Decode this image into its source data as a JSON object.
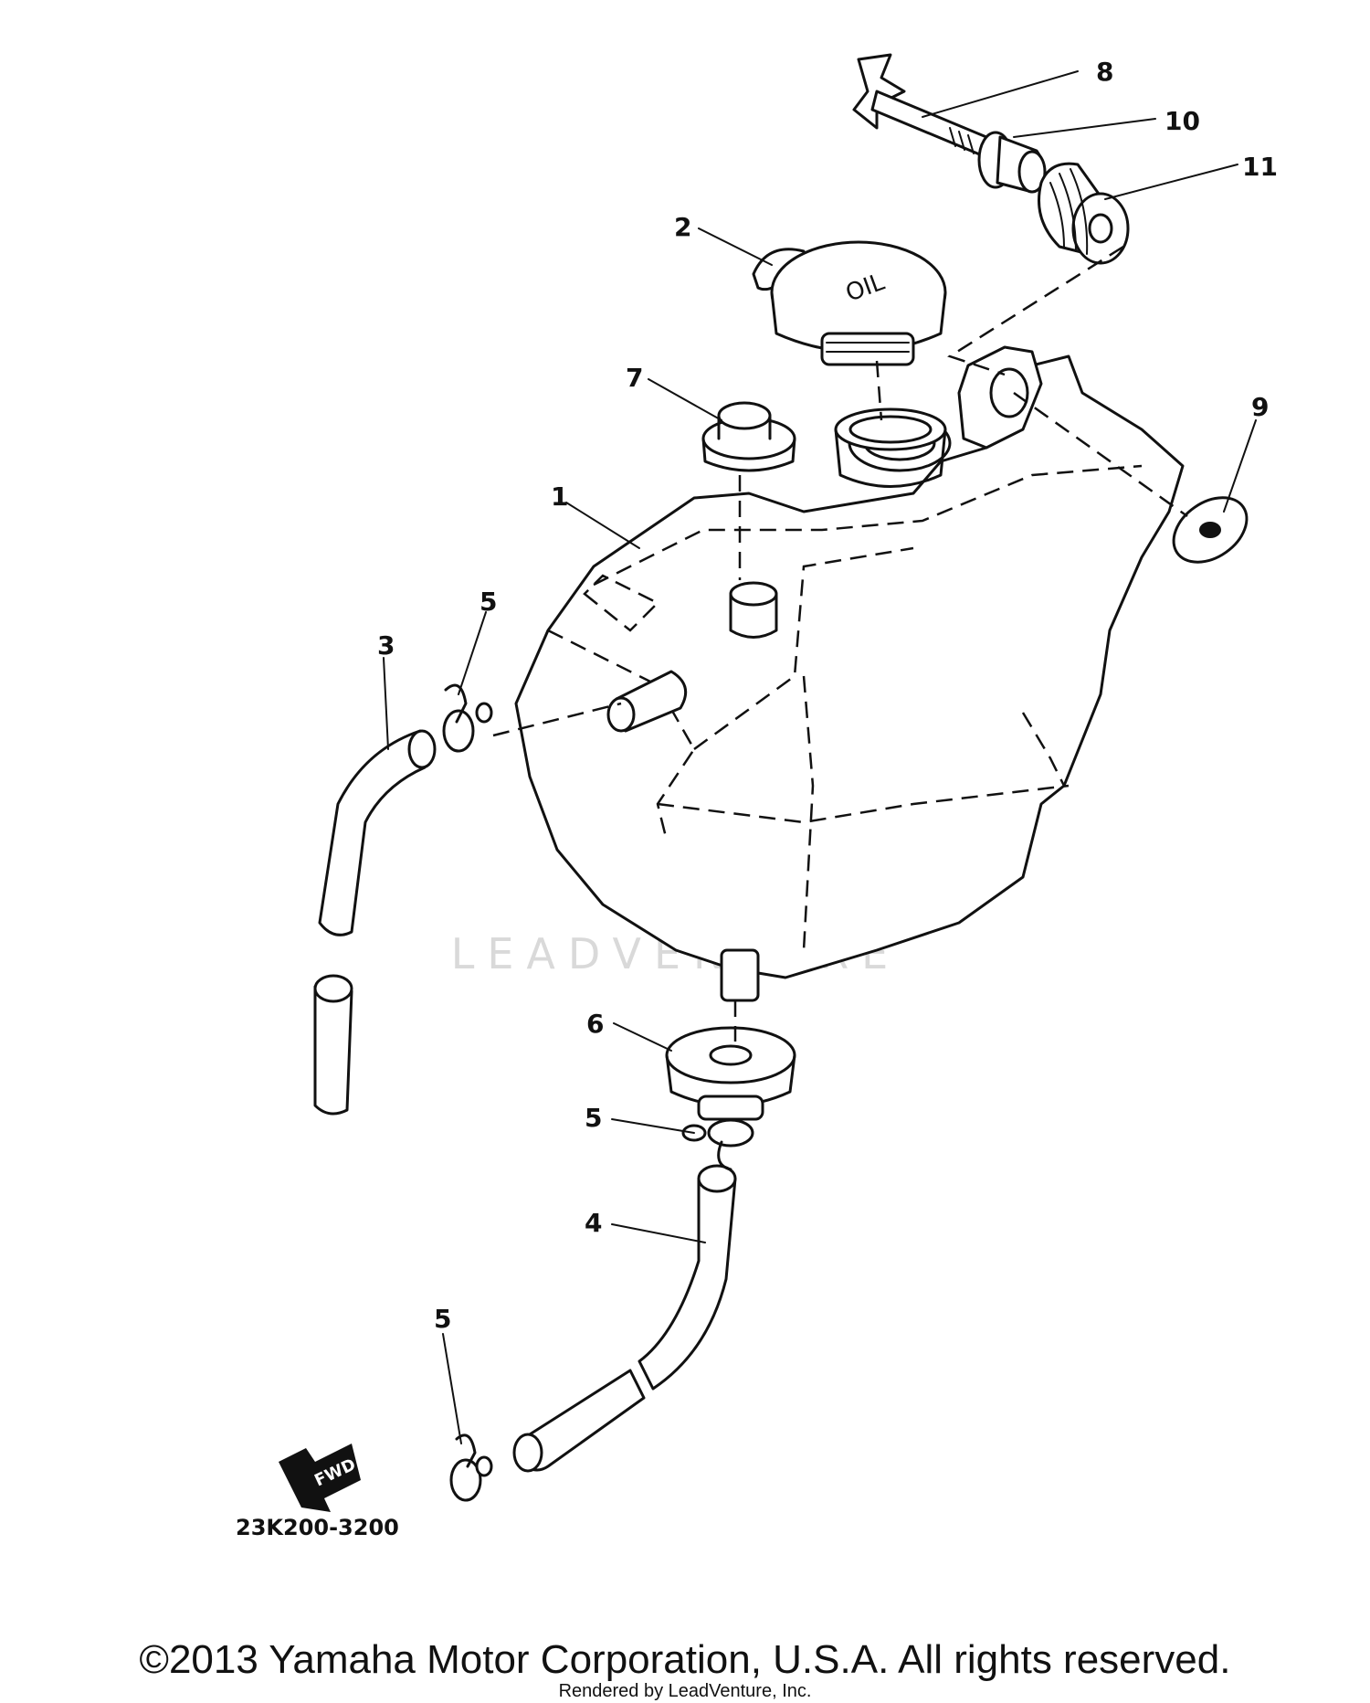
{
  "diagram": {
    "callouts": [
      "8",
      "10",
      "11",
      "2",
      "7",
      "9",
      "1",
      "5",
      "3",
      "6",
      "5",
      "4",
      "5"
    ],
    "fuel_cap_marking": "OIL",
    "arrow_label": "FWD",
    "part_number": "23K200-3200",
    "watermark": "LEADVENTURE"
  },
  "footer": {
    "copyright": "©2013 Yamaha Motor Corporation, U.S.A. All rights reserved.",
    "rendered_by": "Rendered by LeadVenture, Inc."
  }
}
